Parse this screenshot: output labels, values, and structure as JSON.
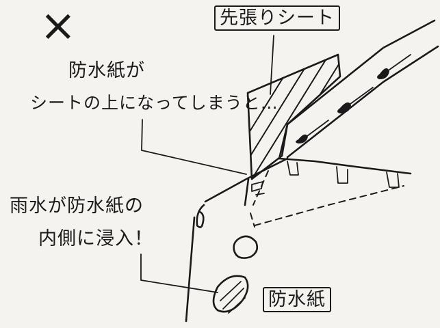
{
  "mark": "×",
  "labels": {
    "sheet_box": "先張りシート",
    "paper_over_sheet_line1": "防水紙が",
    "paper_over_sheet_line2": "シートの上になってしまうと…",
    "rain_intrusion_line1": "雨水が防水紙の",
    "rain_intrusion_line2": "内側に浸入！",
    "paper_box": "防水紙"
  },
  "colors": {
    "ink": "#1a1a1a",
    "paper": "#f4f3ef"
  }
}
